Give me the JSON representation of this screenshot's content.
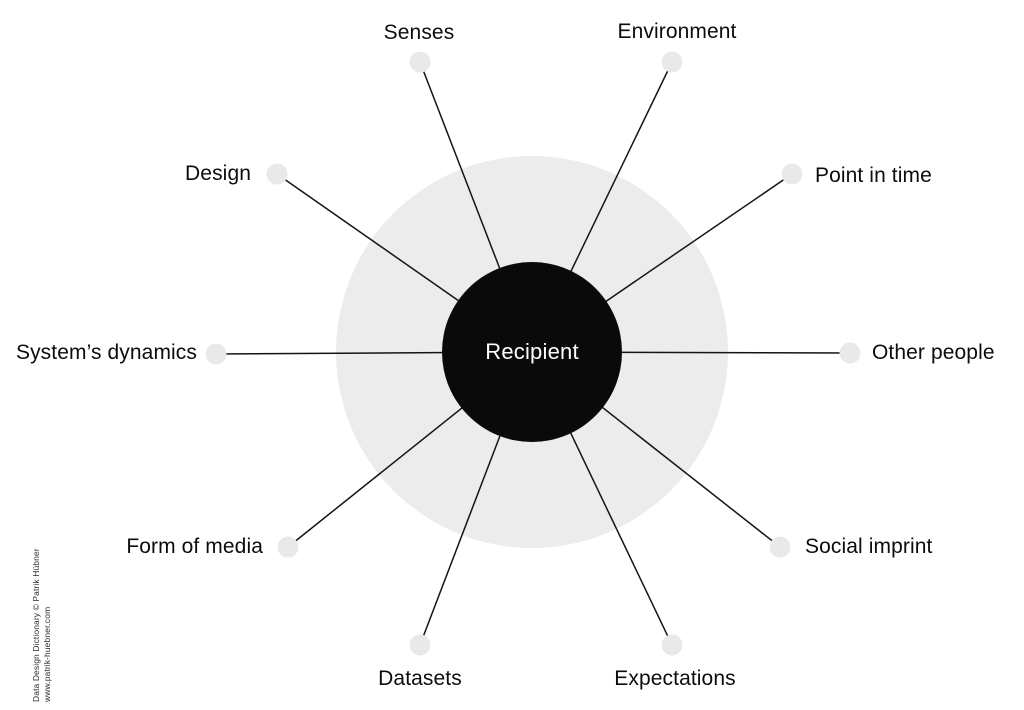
{
  "diagram": {
    "center": {
      "label": "Recipient"
    },
    "spokes": [
      {
        "id": "senses",
        "label": "Senses"
      },
      {
        "id": "environment",
        "label": "Environment"
      },
      {
        "id": "point-in-time",
        "label": "Point in time"
      },
      {
        "id": "other-people",
        "label": "Other people"
      },
      {
        "id": "social-imprint",
        "label": "Social imprint"
      },
      {
        "id": "expectations",
        "label": "Expectations"
      },
      {
        "id": "datasets",
        "label": "Datasets"
      },
      {
        "id": "form-of-media",
        "label": "Form of media"
      },
      {
        "id": "systems-dynamics",
        "label": "System’s dynamics"
      },
      {
        "id": "design",
        "label": "Design"
      }
    ]
  },
  "footer": {
    "line1": "Data Design Dictionary © Patrik Hübner",
    "line2": "www.patrik-huebner.com"
  },
  "colors": {
    "background": "#ffffff",
    "halo": "#ececec",
    "center_node": "#0a0a0a",
    "dot": "#e9e9e9",
    "line": "#141414",
    "label": "#0c0c0c",
    "center_text": "#ffffff"
  }
}
